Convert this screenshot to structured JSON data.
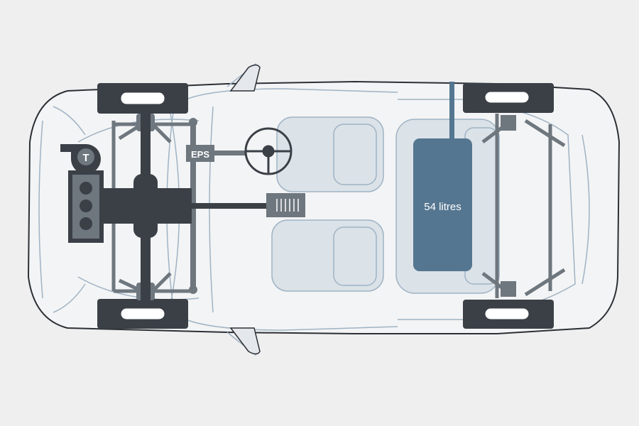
{
  "diagram": {
    "turbo_label": "T",
    "steering_label": "EPS",
    "fuel_tank_label": "54 litres"
  },
  "colors": {
    "background": "#efeff0",
    "outline": "#9fb3c4",
    "drivetrain": "#3b4047",
    "component": "#6e767e",
    "fuel_tank": "#557690",
    "seat": "#dbe2e8"
  }
}
